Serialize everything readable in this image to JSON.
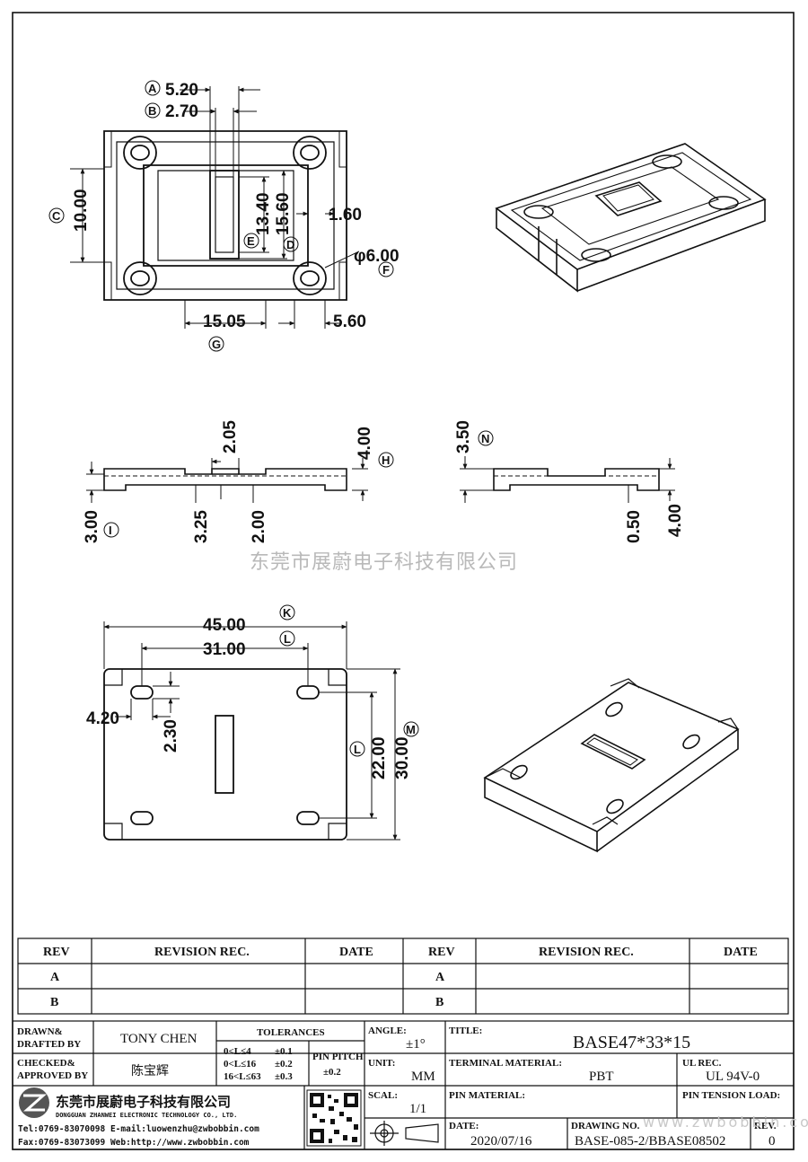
{
  "watermark": "东莞市展蔚电子科技有限公司",
  "watermark_url": "www.zwbobbin.com",
  "top_view": {
    "dims": [
      "5.20",
      "2.70",
      "10.00",
      "13.40",
      "15.60",
      "1.60",
      "φ6.00",
      "15.05",
      "5.60"
    ],
    "callouts": [
      "A",
      "B",
      "C",
      "D",
      "E",
      "F",
      "G"
    ]
  },
  "side_views": {
    "dims": [
      "2.05",
      "4.00",
      "3.00",
      "3.25",
      "2.00",
      "3.50",
      "0.50",
      "4.00"
    ],
    "callouts": [
      "H",
      "I",
      "N"
    ]
  },
  "bottom_view": {
    "dims": [
      "45.00",
      "31.00",
      "4.20",
      "2.30",
      "22.00",
      "30.00"
    ],
    "callouts": [
      "K",
      "L",
      "L",
      "M"
    ]
  },
  "revision_table": {
    "headers": [
      "REV",
      "REVISION REC.",
      "DATE",
      "REV",
      "REVISION REC.",
      "DATE"
    ],
    "rows": [
      [
        "A",
        "",
        "",
        "A",
        "",
        ""
      ],
      [
        "B",
        "",
        "",
        "B",
        "",
        ""
      ]
    ]
  },
  "title_block": {
    "drawn_label": [
      "DRAWN&",
      "DRAFTED BY"
    ],
    "drawn_value": "TONY CHEN",
    "checked_label": [
      "CHECKED&",
      "APPROVED BY"
    ],
    "checked_value": "陈宝辉",
    "tolerances_label": "TOLERANCES",
    "tolerance_rows": [
      {
        "range": "0<L≤4",
        "tol": "±0.1"
      },
      {
        "range": "0<L≤16",
        "tol": "±0.2"
      },
      {
        "range": "16<L≤63",
        "tol": "±0.3"
      }
    ],
    "pin_pitch_label": [
      "PIN PITCH",
      "±0.2"
    ],
    "angle_label": "ANGLE:",
    "angle_value": "±1°",
    "unit_label": "UNIT:",
    "unit_value": "MM",
    "scale_label": "SCAL:",
    "scale_value": "1/1",
    "title_label": "TITLE:",
    "title_value": "BASE47*33*15",
    "terminal_label": "TERMINAL MATERIAL:",
    "terminal_value": "PBT",
    "ul_label": "UL REC.",
    "ul_value": "UL 94V-0",
    "pin_material_label": "PIN MATERIAL:",
    "pin_material_value": "",
    "pin_tension_label": "PIN TENSION LOAD:",
    "date_label": "DATE:",
    "date_value": "2020/07/16",
    "drawing_no_label": "DRAWING NO.",
    "drawing_no_value": "BASE-085-2/BBASE08502",
    "rev_label": "REV.",
    "rev_value": "0",
    "company_name": "东莞市展蔚电子科技有限公司",
    "company_en": "DONGGUAN ZHANWEI ELECTRONIC TECHNOLOGY CO., LTD.",
    "contact_line1": "Tel:0769-83070098 E-mail:luowenzhu@zwbobbin.com",
    "contact_line2": "Fax:0769-83073099   Web:http://www.zwbobbin.com"
  }
}
